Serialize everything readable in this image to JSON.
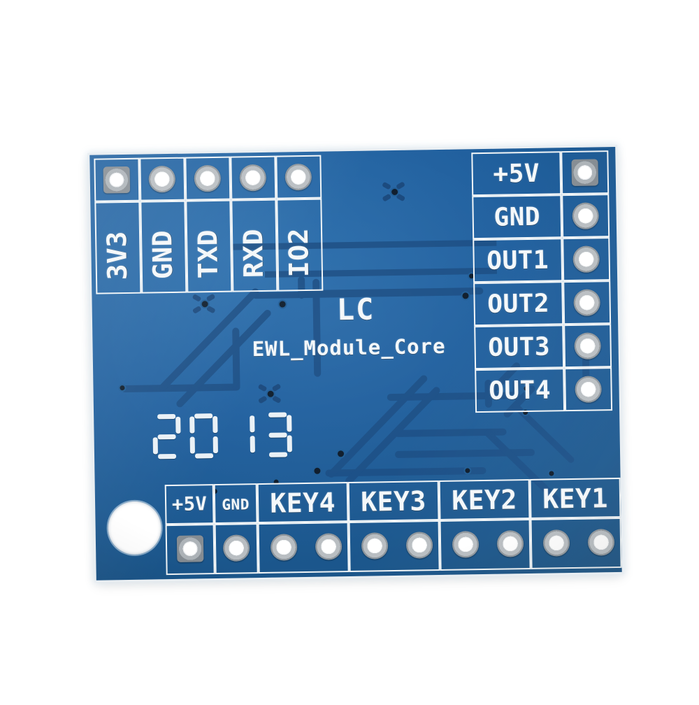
{
  "board": {
    "name": "EWL_Module_Core",
    "brand": "LC",
    "year": "2013",
    "soldermask_color": "#1f5f9e",
    "silkscreen_color": "#f2f6f8",
    "trace_color": "#194e86",
    "pad_color": "#b9bec2",
    "background_color": "#ffffff"
  },
  "headers": {
    "left": {
      "name": "left-header",
      "pins": [
        {
          "label": "3V3",
          "pad": "square"
        },
        {
          "label": "GND",
          "pad": "round"
        },
        {
          "label": "TXD",
          "pad": "round"
        },
        {
          "label": "RXD",
          "pad": "round"
        },
        {
          "label": "IO2",
          "pad": "round"
        }
      ]
    },
    "right": {
      "name": "right-header",
      "pins": [
        {
          "label": "+5V",
          "pad": "square"
        },
        {
          "label": "GND",
          "pad": "round"
        },
        {
          "label": "OUT1",
          "pad": "round"
        },
        {
          "label": "OUT2",
          "pad": "round"
        },
        {
          "label": "OUT3",
          "pad": "round"
        },
        {
          "label": "OUT4",
          "pad": "round"
        }
      ]
    },
    "bottom": {
      "name": "bottom-header",
      "groups": [
        {
          "label": "+5V",
          "pads": 1,
          "pad": "square"
        },
        {
          "label": "GND",
          "pads": 1,
          "pad": "round"
        },
        {
          "label": "KEY4",
          "pads": 2,
          "pad": "round"
        },
        {
          "label": "KEY3",
          "pads": 2,
          "pad": "round"
        },
        {
          "label": "KEY2",
          "pads": 2,
          "pad": "round"
        },
        {
          "label": "KEY1",
          "pads": 2,
          "pad": "round"
        }
      ]
    }
  },
  "features": {
    "mounting_hole": "mounting-hole-bottom-left",
    "via_count_visible": 14
  }
}
